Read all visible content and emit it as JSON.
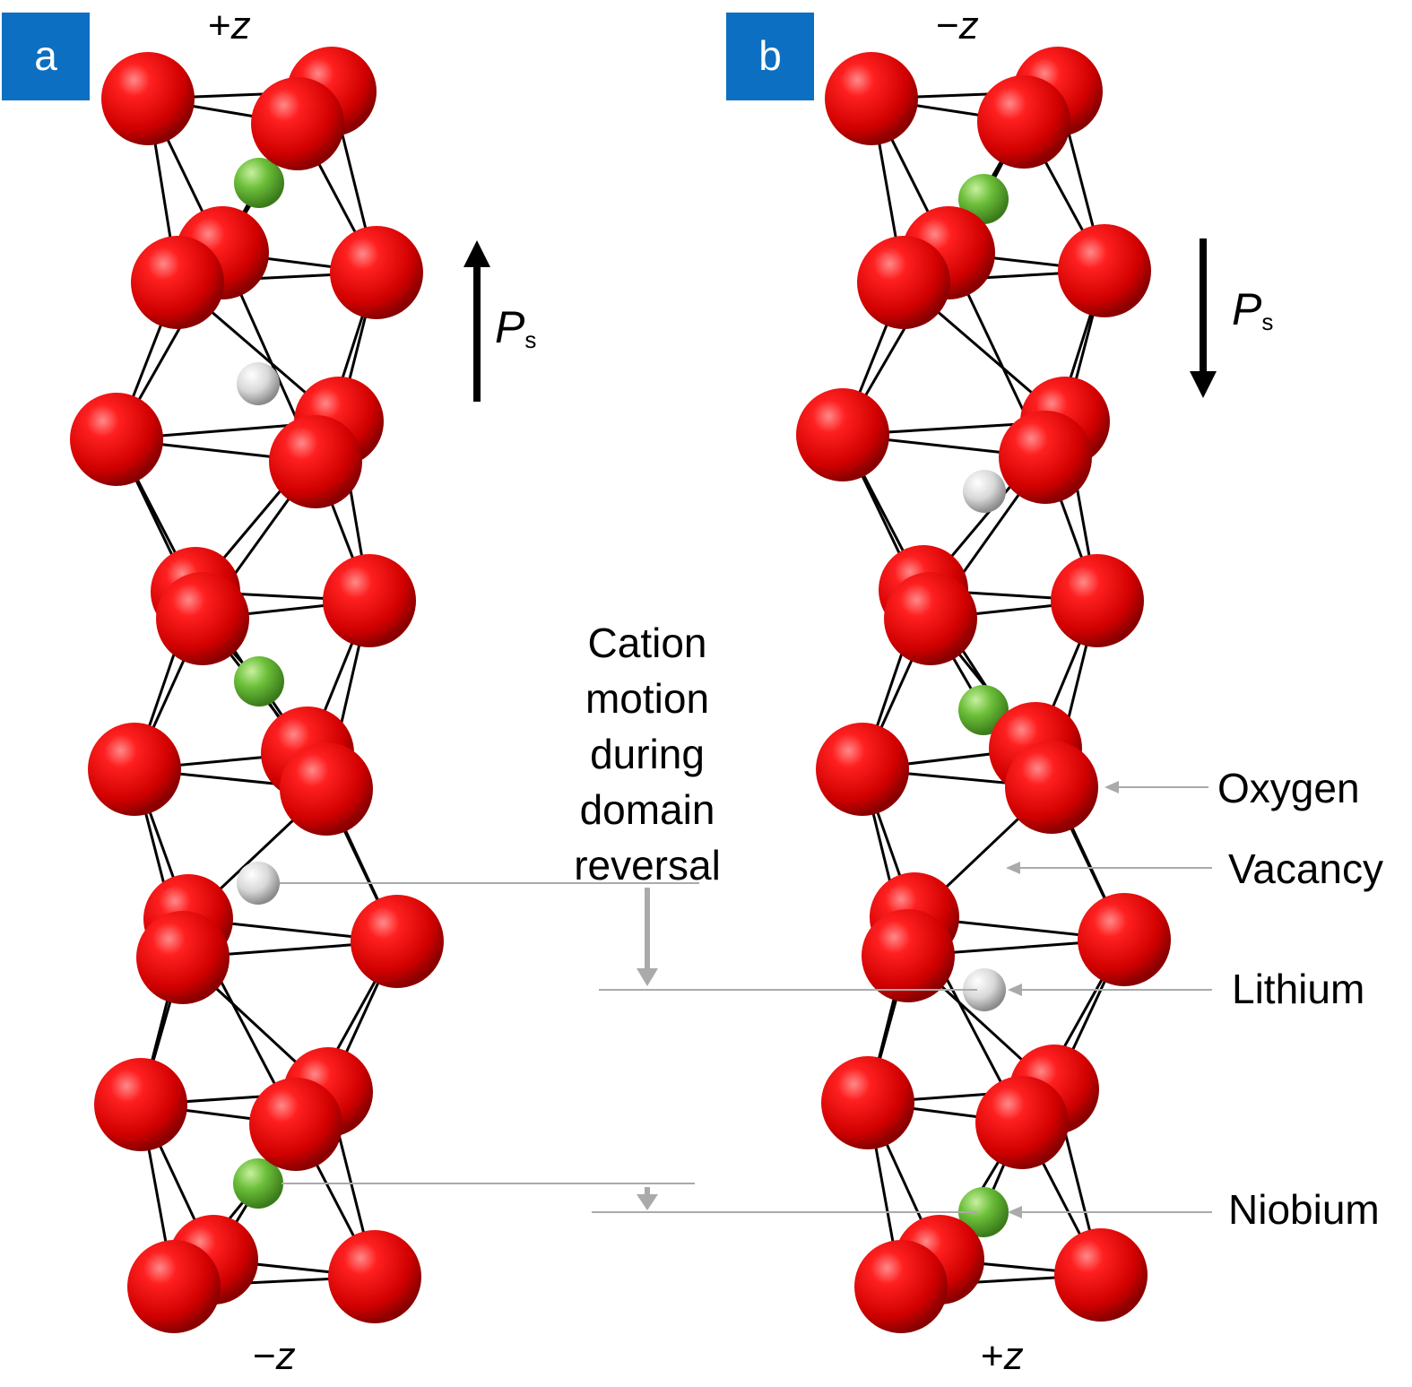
{
  "panels": {
    "a": {
      "label": "a",
      "top_axis_sign": "+",
      "bottom_axis_sign": "−",
      "axis_letter": "z",
      "polarization_direction": "up"
    },
    "b": {
      "label": "b",
      "top_axis_sign": "−",
      "bottom_axis_sign": "+",
      "axis_letter": "z",
      "polarization_direction": "down"
    }
  },
  "polarization": {
    "symbol": "P",
    "subscript": "s"
  },
  "caption": [
    "Cation",
    "motion",
    "during",
    "domain",
    "reversal"
  ],
  "legend": {
    "oxygen": "Oxygen",
    "vacancy": "Vacancy",
    "lithium": "Lithium",
    "niobium": "Niobium"
  },
  "colors": {
    "oxygen": "#e01010",
    "lithium": "#d8d8d8",
    "niobium": "#6cbf3a",
    "panel_label_bg": "#0c6fc1",
    "leader_line": "#aaaaaa"
  }
}
